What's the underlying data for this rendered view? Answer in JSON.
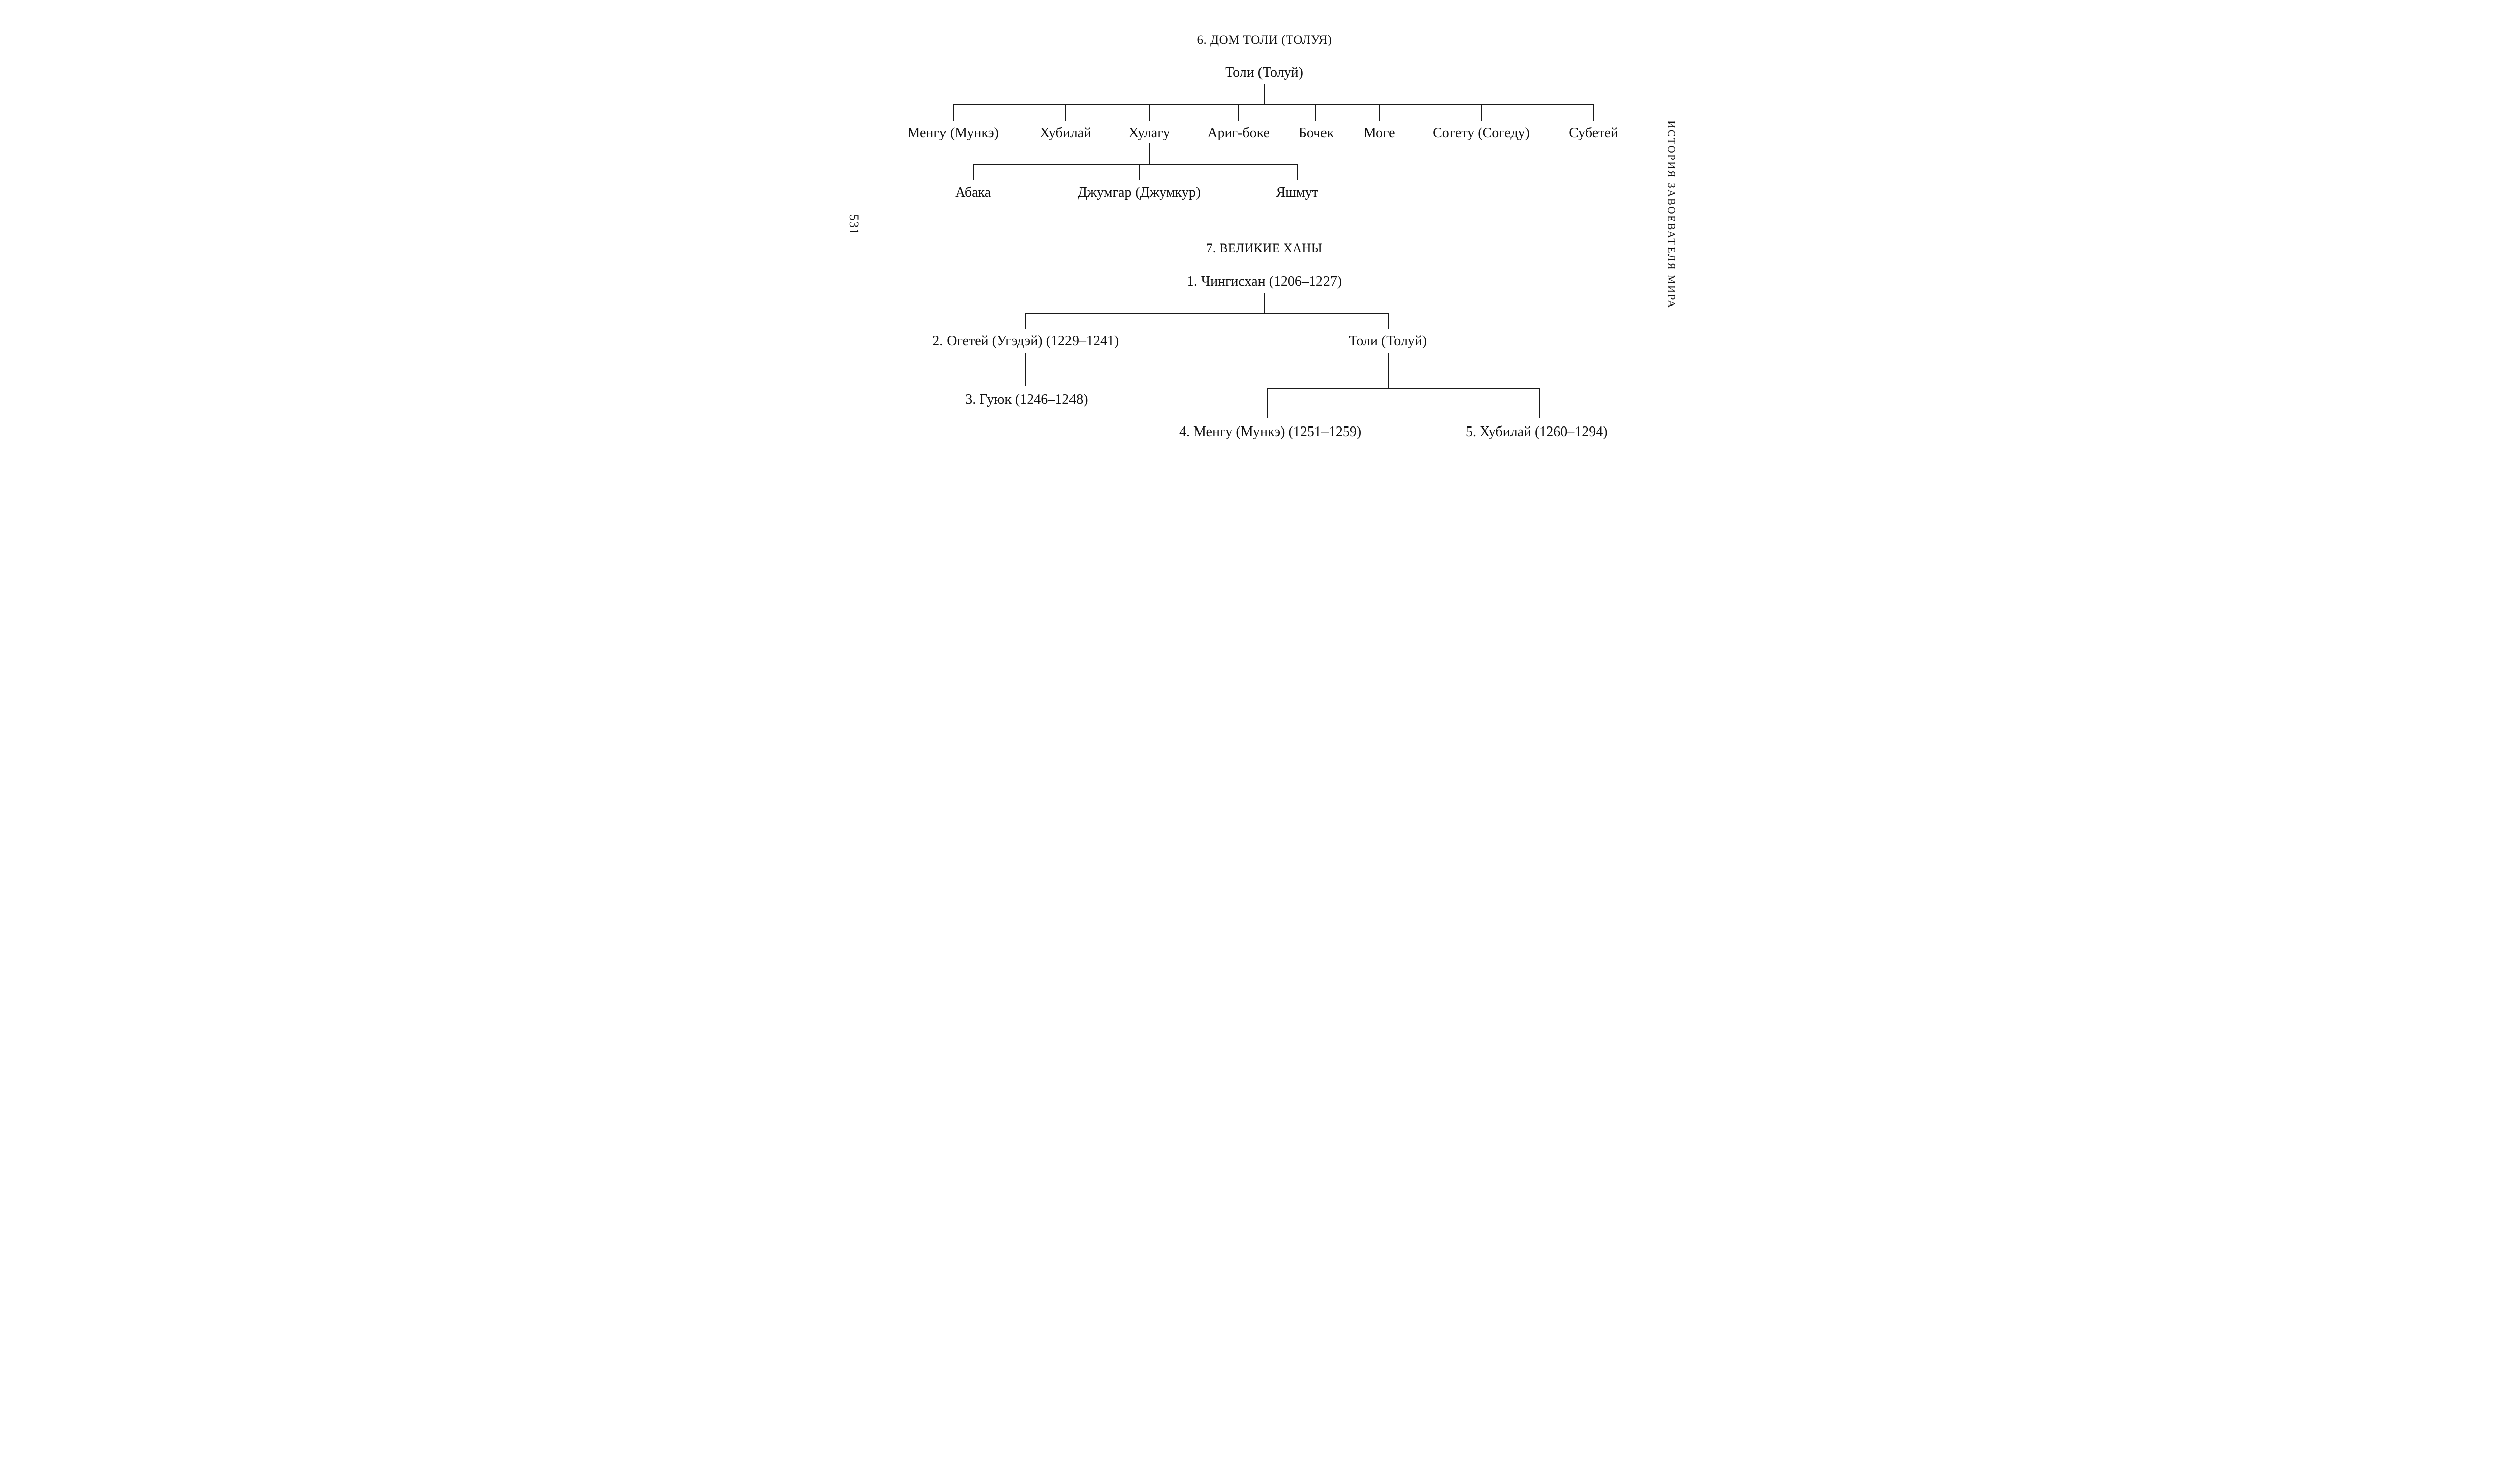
{
  "page": {
    "page_number": "531",
    "running_title": "ИСТОРИЯ ЗАВОЕВАТЕЛЯ МИРА"
  },
  "tree6": {
    "title": "6. ДОМ ТОЛИ (ТОЛУЯ)",
    "root": "Толи (Толуй)",
    "children": [
      "Менгу (Мункэ)",
      "Хубилай",
      "Хулагу",
      "Ариг-боке",
      "Бочек",
      "Моге",
      "Согету (Согеду)",
      "Субетей"
    ],
    "hulagu_children": [
      "Абака",
      "Джумгар (Джумкур)",
      "Яшмут"
    ]
  },
  "tree7": {
    "title": "7. ВЕЛИКИЕ ХАНЫ",
    "root": "1. Чингисхан (1206–1227)",
    "children": [
      "2. Огетей (Угэдэй) (1229–1241)",
      "Толи (Толуй)"
    ],
    "ogetei_child": "3. Гуюк (1246–1248)",
    "toli_children": [
      "4. Менгу (Мункэ) (1251–1259)",
      "5. Хубилай (1260–1294)"
    ]
  }
}
